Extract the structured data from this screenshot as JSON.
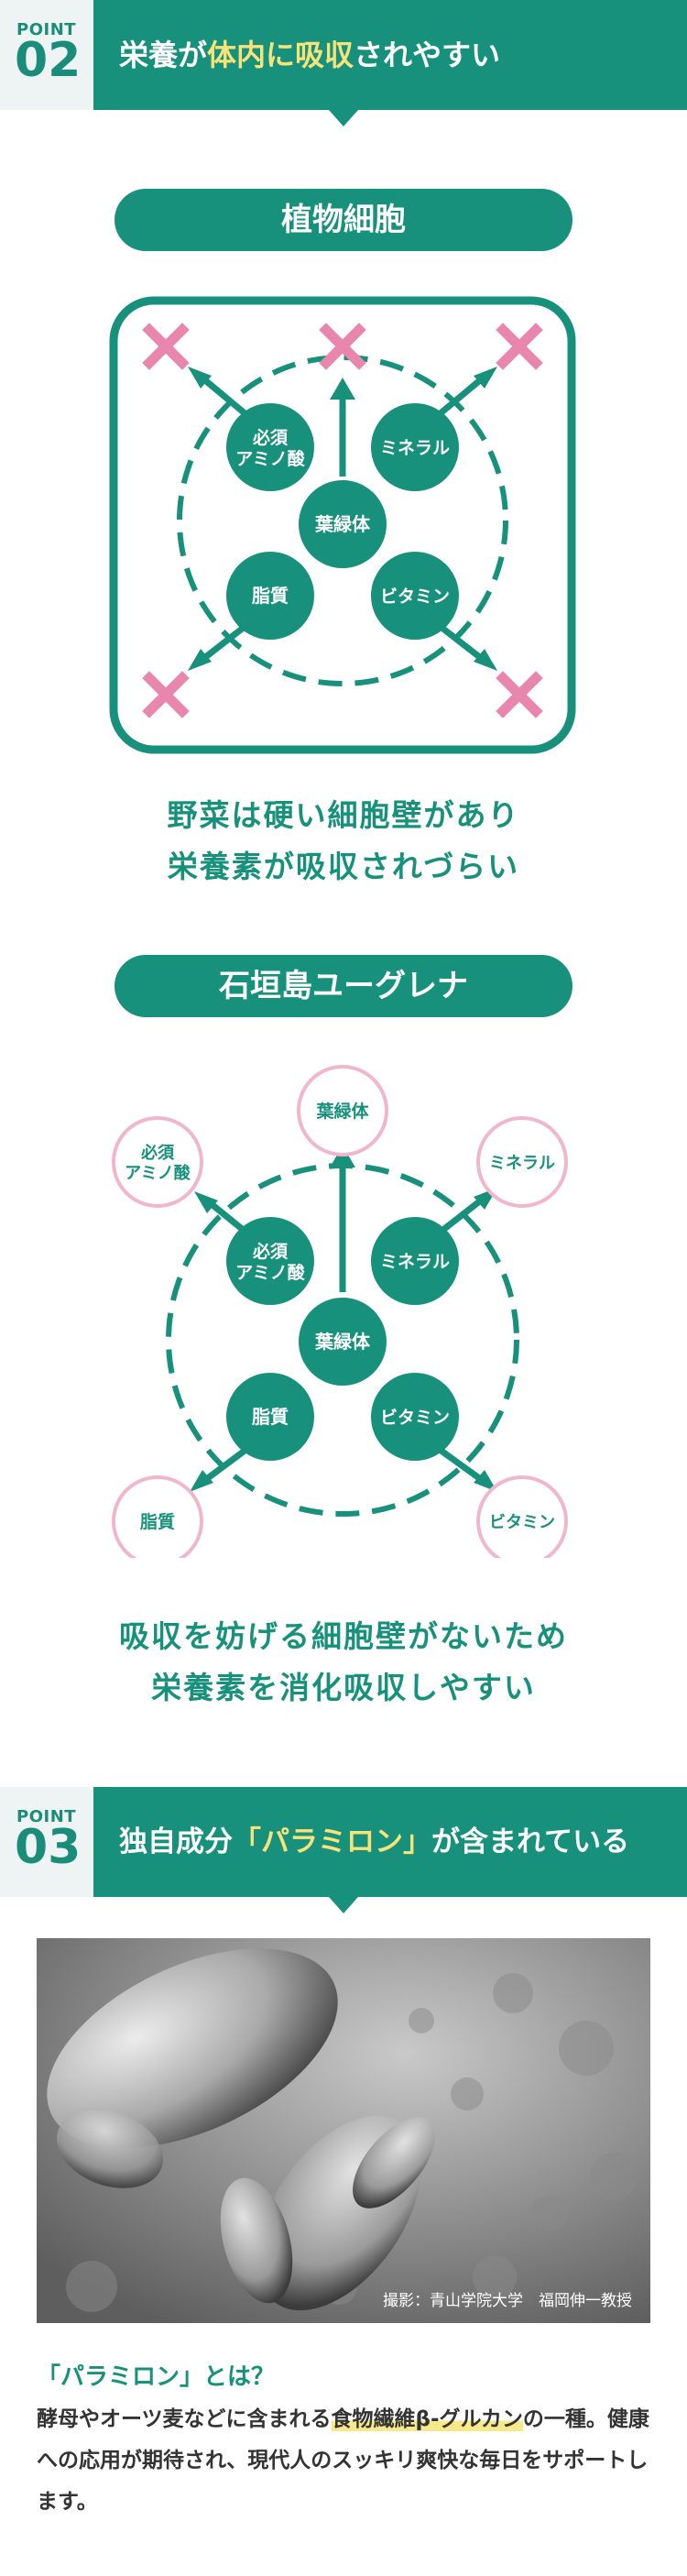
{
  "point02": {
    "label": "POINT",
    "number": "02",
    "title_pre": "栄養が",
    "title_hl": "体内に吸収",
    "title_post": "されやすい"
  },
  "plant": {
    "header": "植物細胞",
    "center": "葉緑体",
    "n_amino_1": "必須",
    "n_amino_2": "アミノ酸",
    "n_mineral": "ミネラル",
    "n_fat": "脂質",
    "n_vitamin": "ビタミン",
    "caption_1": "野菜は硬い細胞壁があり",
    "caption_2": "栄養素が吸収されづらい"
  },
  "euglena": {
    "header": "石垣島ユーグレナ",
    "center": "葉緑体",
    "n_amino_1": "必須",
    "n_amino_2": "アミノ酸",
    "n_mineral": "ミネラル",
    "n_fat": "脂質",
    "n_vitamin": "ビタミン",
    "out_top": "葉緑体",
    "out_amino_1": "必須",
    "out_amino_2": "アミノ酸",
    "out_mineral": "ミネラル",
    "out_fat": "脂質",
    "out_vitamin": "ビタミン",
    "caption_1": "吸収を妨げる細胞壁がないため",
    "caption_2": "栄養素を消化吸収しやすい"
  },
  "point03": {
    "label": "POINT",
    "number": "03",
    "title_pre": "独自成分",
    "title_hl": "「パラミロン」",
    "title_post": "が含まれている"
  },
  "photo": {
    "credit": "撮影：青山学院大学　福岡伸一教授"
  },
  "paramylon": {
    "question": "「パラミロン」とは？",
    "text_1": "酵母やオーツ麦などに含まれる",
    "text_hl": "食物繊維β-グルカン",
    "text_2": "の一種。健康への応用が期待され、現代人のスッキリ爽快な毎日をサポートします。"
  },
  "colors": {
    "teal": "#17917c",
    "pink_x": "#e886ad",
    "pink_ring": "#f0b7cc",
    "highlight": "#f8e27a",
    "marker": "#f7e98a"
  }
}
